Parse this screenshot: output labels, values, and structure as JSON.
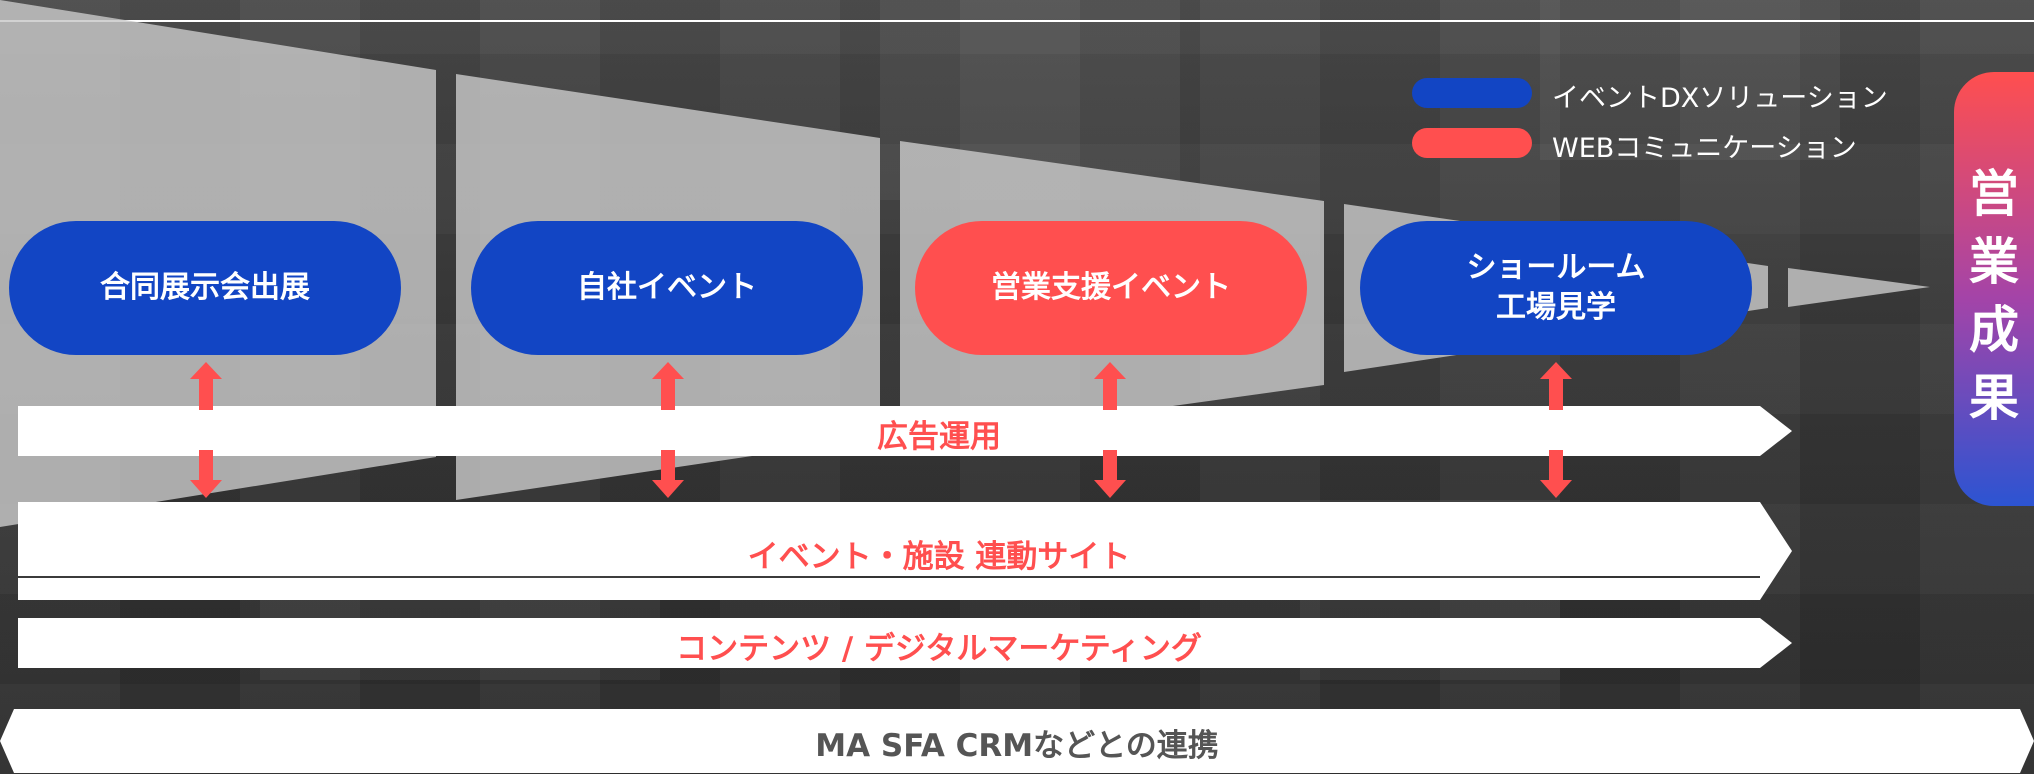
{
  "colors": {
    "blue": "#1245c4",
    "red": "#ff4f4f",
    "white": "#ffffff",
    "funnel": "#c8c8c8",
    "dark_text": "#555555"
  },
  "legend": [
    {
      "label": "イベントDXソリューション",
      "color": "#1245c4"
    },
    {
      "label": "WEBコミュニケーション",
      "color": "#ff4f4f"
    }
  ],
  "stages": [
    {
      "label": "合同展示会出展",
      "color": "#1245c4"
    },
    {
      "label": "自社イベント",
      "color": "#1245c4"
    },
    {
      "label": "営業支援イベント",
      "color": "#ff4f4f"
    },
    {
      "label": "ショールーム\n工場見学",
      "color": "#1245c4"
    }
  ],
  "bands": [
    {
      "label": "広告運用"
    },
    {
      "label": "イベント・施設 連動サイト"
    },
    {
      "label": "コンテンツ / デジタルマーケティング"
    },
    {
      "label": "MA SFA CRMなどとの連携"
    }
  ],
  "result": {
    "label": "営業成果"
  }
}
